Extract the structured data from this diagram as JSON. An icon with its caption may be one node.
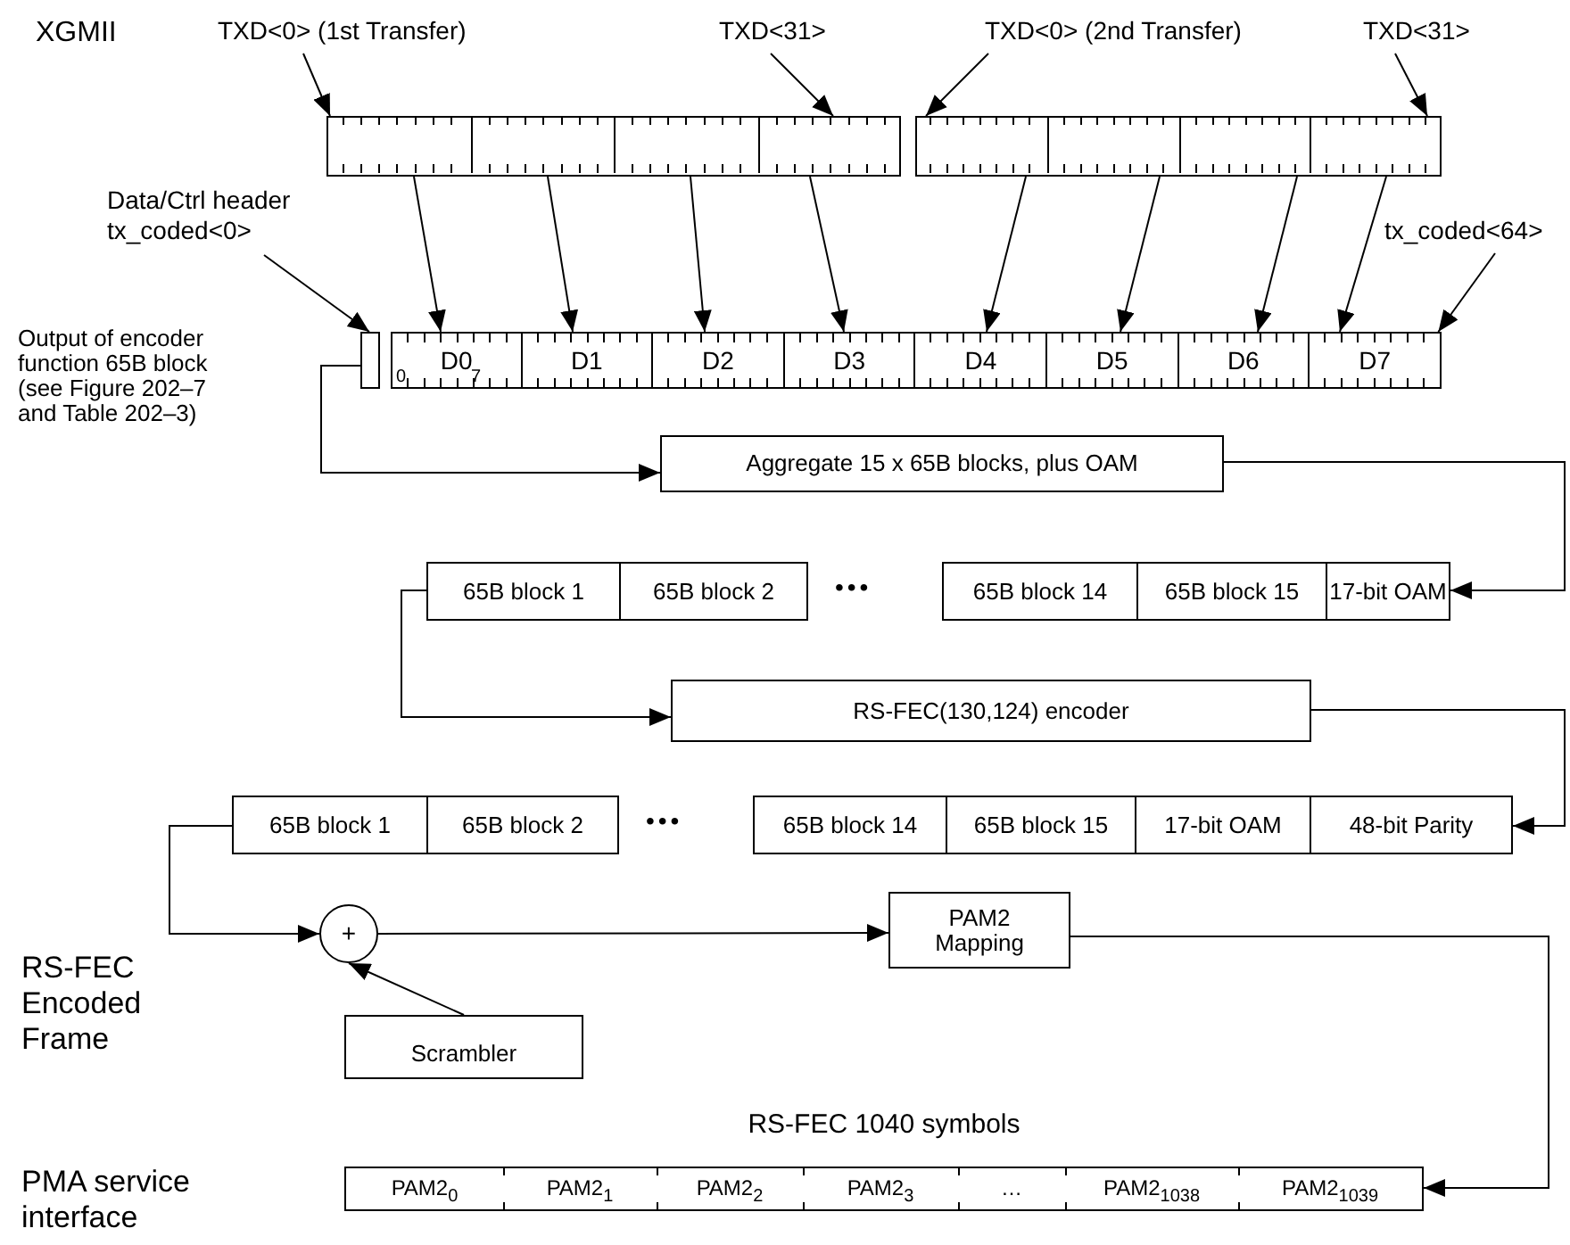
{
  "diagram": {
    "nodes": [
      {
        "text": [
          "TXD<0> (1st Transfer)"
        ]
      },
      {
        "text": [
          "TXD<31>"
        ]
      },
      {
        "text": [
          "TXD<0> (2nd Transfer)"
        ]
      },
      {
        "text": [
          "TXD<31>"
        ]
      },
      {
        "text": [],
        "shape": "box"
      },
      {
        "text": [],
        "shape": "box",
        "in": 4
      },
      {
        "text": [],
        "shape": "box",
        "in": 4
      },
      {
        "text": [],
        "shape": "box",
        "in": 4
      },
      {
        "text": [],
        "shape": "box",
        "in": 4
      },
      {
        "text": [],
        "shape": "box"
      },
      {
        "text": [],
        "shape": "box",
        "in": 9
      },
      {
        "text": [],
        "shape": "box",
        "in": 9
      },
      {
        "text": [],
        "shape": "box",
        "in": 9
      },
      {
        "text": [],
        "shape": "box",
        "in": 9
      },
      {
        "text": [
          "Data/Ctrl header tx_coded<0>"
        ]
      },
      {
        "text": [
          "tx_coded<64>"
        ]
      },
      {
        "text": [],
        "shape": "box"
      },
      {
        "text": [
          "D0",
          "0",
          "7"
        ]
      },
      {
        "text": [
          "D1"
        ]
      },
      {
        "text": [
          "D2"
        ]
      },
      {
        "text": [
          "D3"
        ]
      },
      {
        "text": [
          "D4"
        ]
      },
      {
        "text": [
          "D5"
        ]
      },
      {
        "text": [
          "D6"
        ]
      },
      {
        "text": [
          "D7"
        ]
      },
      {
        "text": [
          "Aggregate 15 x 65B blocks, plus OAM"
        ]
      },
      {
        "text": [
          "65B block 1"
        ]
      },
      {
        "text": [
          "65B block 2"
        ]
      },
      {
        "text": [
          "65B block 14"
        ]
      },
      {
        "text": [
          "65B block 15"
        ]
      },
      {
        "text": [
          "17-bit OAM"
        ]
      },
      {
        "text": [
          "RS-FEC(130,124) encoder"
        ]
      },
      {
        "text": [
          "65B block 1"
        ]
      },
      {
        "text": [
          "65B block 2"
        ]
      },
      {
        "text": [
          "65B block 14"
        ]
      },
      {
        "text": [
          "65B block 15"
        ]
      },
      {
        "text": [
          "17-bit OAM"
        ]
      },
      {
        "text": [
          "48-bit Parity"
        ]
      },
      {
        "text": [
          "+"
        ]
      },
      {
        "text": [
          "Scrambler"
        ]
      },
      {
        "text": [
          "PAM2 Mapping"
        ]
      },
      {
        "text": [
          "RS-FEC 1040 symbols"
        ]
      },
      {
        "text": [
          "PAM2$_{0}$"
        ],
        "in": 41
      },
      {
        "text": [
          "PAM2$_{1}$"
        ],
        "in": 41
      },
      {
        "text": [
          "PAM2$_{2}$"
        ],
        "in": 41
      },
      {
        "text": [
          "PAM2$_{3}$"
        ],
        "in": 41
      },
      {
        "text": [
          "…"
        ],
        "in": 41
      },
      {
        "text": [
          "PAM2$_{1038}$"
        ],
        "in": 41
      },
      {
        "text": [
          "PAM2$_{1039}$"
        ],
        "in": 41
      }
    ],
    "edges": [
      {
        "from": 0,
        "to": 5,
        "arrow": "to"
      },
      {
        "from": 1,
        "to": 8,
        "arrow": "to"
      },
      {
        "from": 2,
        "to": 10,
        "arrow": "to"
      },
      {
        "from": 3,
        "to": 13,
        "arrow": "to"
      },
      {
        "from": 5,
        "to": 17,
        "arrow": "to"
      },
      {
        "from": 6,
        "to": 18,
        "arrow": "to"
      },
      {
        "from": 7,
        "to": 19,
        "arrow": "to"
      },
      {
        "from": 8,
        "to": 20,
        "arrow": "to"
      },
      {
        "from": 10,
        "to": 21,
        "arrow": "to"
      },
      {
        "from": 11,
        "to": 22,
        "arrow": "to"
      },
      {
        "from": 12,
        "to": 23,
        "arrow": "to"
      },
      {
        "from": 13,
        "to": 24,
        "arrow": "to"
      },
      {
        "from": 14,
        "to": 16,
        "arrow": "to"
      },
      {
        "from": 15,
        "to": 24,
        "arrow": "to"
      },
      {
        "from": 16,
        "to": 25,
        "arrow": "to"
      },
      {
        "from": 25,
        "to": 30,
        "arrow": "to"
      },
      {
        "from": 26,
        "to": 31,
        "arrow": "to"
      },
      {
        "from": 31,
        "to": 37,
        "arrow": "to"
      },
      {
        "from": 32,
        "to": 38,
        "arrow": "to"
      },
      {
        "from": 39,
        "to": 38,
        "arrow": "to"
      },
      {
        "from": 38,
        "to": 40,
        "arrow": "to"
      },
      {
        "from": 40,
        "to": 48,
        "arrow": "to"
      }
    ],
    "labels": [
      "XGMII",
      "Output of encoder function 65B block (see Figure 202–7 and Table 202–3)",
      "•••",
      "•••",
      "RS-FEC Encoded Frame",
      "PMA service interface"
    ]
  }
}
